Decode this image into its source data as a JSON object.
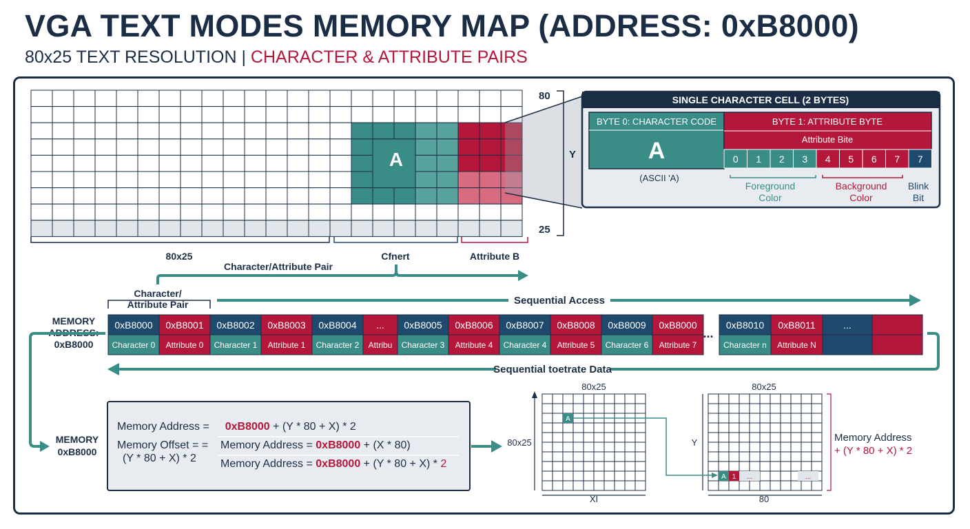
{
  "title": "VGA TEXT MODES MEMORY MAP (ADDRESS: 0xB8000)",
  "subtitle": {
    "part1": "80x25 TEXT RESOLUTION | ",
    "part2": "CHARACTER & ATTRIBUTE PAIRS"
  },
  "colors": {
    "navy": "#1b2d45",
    "teal": "#3a8c86",
    "red": "#b5173a",
    "blue": "#1f4a6e"
  },
  "grid": {
    "char_letter": "A",
    "dim_top": "80",
    "dim_right": "Y",
    "dim_bottom": "25",
    "brace_labels": [
      "80x25",
      "Cfnert",
      "Attribute B"
    ],
    "pair_arrow_label": "Character/Attribute Pair"
  },
  "cell_panel": {
    "header": "SINGLE CHARACTER CELL (2 BYTES)",
    "byte0_label": "BYTE 0: CHARACTER CODE",
    "byte1_label": "BYTE 1: ATTRIBUTE BYTE",
    "attr_bits_label": "Attribute Bite",
    "char_letter": "A",
    "ascii_note": "(ASCII 'A)",
    "bits": [
      "0",
      "1",
      "2",
      "3",
      "4",
      "5",
      "6",
      "7",
      "7"
    ],
    "fg_label": [
      "Foreground",
      "Color"
    ],
    "bg_label": [
      "Background",
      "Color"
    ],
    "blink_label": [
      "Blink",
      "Bit"
    ]
  },
  "memory_row": {
    "pair_brace_label": [
      "Character/",
      "Attribute Pair"
    ],
    "seq_access_label": "Sequential Access",
    "memory_address_label": [
      "MEMORY",
      "ADDRESS:",
      "0xB8000"
    ],
    "ellipsis": "...",
    "cells": [
      {
        "addr": "0xB8000",
        "name": "Character 0",
        "kind": "char"
      },
      {
        "addr": "0xB8001",
        "name": "Attribute 0",
        "kind": "attr"
      },
      {
        "addr": "0xB8002",
        "name": "Character 1",
        "kind": "char"
      },
      {
        "addr": "0xB8003",
        "name": "Attribute 1",
        "kind": "attr"
      },
      {
        "addr": "0xB8004",
        "name": "Character 2",
        "kind": "char"
      },
      {
        "addr": "...",
        "name": "Attribu",
        "kind": "attr"
      },
      {
        "addr": "0xB8005",
        "name": "Character 3",
        "kind": "char"
      },
      {
        "addr": "0xB8006",
        "name": "Attribute 4",
        "kind": "attr"
      },
      {
        "addr": "0xB8007",
        "name": "Character 4",
        "kind": "char"
      },
      {
        "addr": "0xB8008",
        "name": "Attribute 5",
        "kind": "attr"
      },
      {
        "addr": "0xB8009",
        "name": "Character 6",
        "kind": "char"
      },
      {
        "addr": "0xB8000",
        "name": "Attribute 7",
        "kind": "attr"
      }
    ],
    "cells2": [
      {
        "addr": "0xB8010",
        "name": "Character n",
        "kind": "char"
      },
      {
        "addr": "0xB8011",
        "name": "Attribute N",
        "kind": "attr"
      },
      {
        "addr": "...",
        "name": "",
        "kind": "blue"
      },
      {
        "addr": "",
        "name": "",
        "kind": "attr"
      }
    ],
    "seq_data_label": "Sequential toetrate Data"
  },
  "formula": {
    "left_label": [
      "MEMORY",
      "0xB8000"
    ],
    "row1": {
      "lhs": "Memory Address  =",
      "hex": "0xB8000",
      "rest": " + (Y * 80 + X) * 2"
    },
    "row2": {
      "lhs": "Memory Offset =  =",
      "lhs2": "(Y * 80 + X) * 2",
      "pre": "Memory Address = ",
      "hex": "0xB8000",
      "rest": " + (X * 80)"
    },
    "row3": {
      "pre": "Memory Address = ",
      "hex": "0xB8000",
      "rest": " + (Y * 80 + X) * ",
      "end": "2"
    }
  },
  "small_grids": {
    "g1_title": "80x25",
    "g1_left": "80x25",
    "g1_bottom": "XI",
    "g1_cell": "A",
    "g2_title": "80x25",
    "g2_left": "Y",
    "g2_bottom": "80",
    "g2_cells": [
      "A",
      "1",
      "...",
      "..."
    ],
    "right_label": [
      "Memory Address",
      "+ (Y * 80 + X) * 2"
    ]
  }
}
